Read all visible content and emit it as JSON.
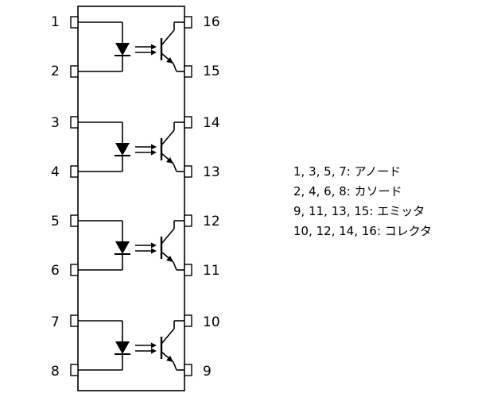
{
  "pins_left": [
    "1",
    "2",
    "3",
    "4",
    "5",
    "6",
    "7",
    "8"
  ],
  "pins_right": [
    "16",
    "15",
    "14",
    "13",
    "12",
    "11",
    "10",
    "9"
  ],
  "legend": [
    "1, 3, 5, 7: アノード",
    "2, 4, 6, 8: カソード",
    "9, 11, 13, 15: エミッタ",
    "10, 12, 14, 16: コレクタ"
  ]
}
